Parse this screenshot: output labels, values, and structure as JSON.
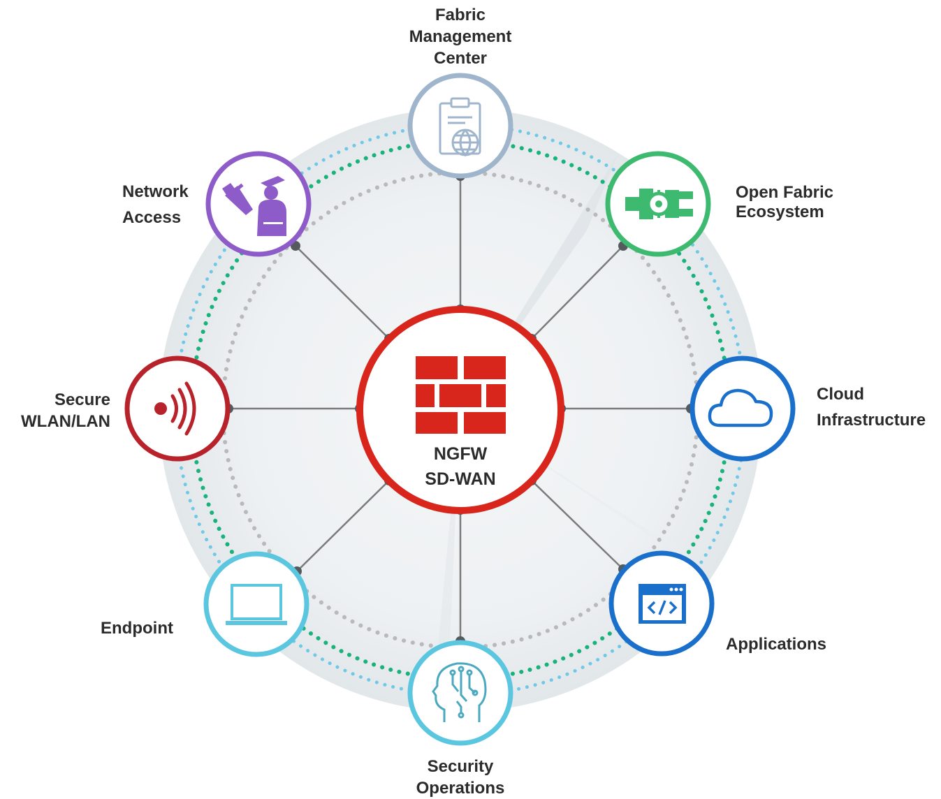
{
  "center": {
    "line1": "NGFW",
    "line2": "SD-WAN",
    "color": "#d9261c"
  },
  "nodes": {
    "fabric_management": {
      "lines": [
        "Fabric",
        "Management",
        "Center"
      ],
      "color": "#9fb5cc",
      "icon": "clipboard-globe-icon"
    },
    "open_fabric": {
      "lines": [
        "Open Fabric",
        "Ecosystem"
      ],
      "color": "#3dba6f",
      "icon": "plug-gear-icon"
    },
    "cloud": {
      "lines": [
        "Cloud",
        "Infrastructure"
      ],
      "color": "#1a6fcb",
      "icon": "cloud-icon"
    },
    "applications": {
      "lines": [
        "Applications"
      ],
      "color": "#1a6fcb",
      "icon": "code-window-icon"
    },
    "security_operations": {
      "lines": [
        "Security",
        "Operations"
      ],
      "color": "#5bc6df",
      "icon": "brain-circuit-icon"
    },
    "endpoint": {
      "lines": [
        "Endpoint"
      ],
      "color": "#5bc6df",
      "icon": "laptop-icon"
    },
    "secure_wlan": {
      "lines": [
        "Secure",
        "WLAN/LAN"
      ],
      "color": "#b8222a",
      "icon": "wireless-signal-icon"
    },
    "network_access": {
      "lines": [
        "Network",
        "Access"
      ],
      "color": "#8e5cc8",
      "icon": "officer-icon"
    }
  },
  "colors": {
    "dots_outer": "#6fc9e6",
    "dots_middle": "#19b27a",
    "dots_inner": "#b9b9b9",
    "connector": "#7a7a7a",
    "halo": "#e6eaed"
  }
}
